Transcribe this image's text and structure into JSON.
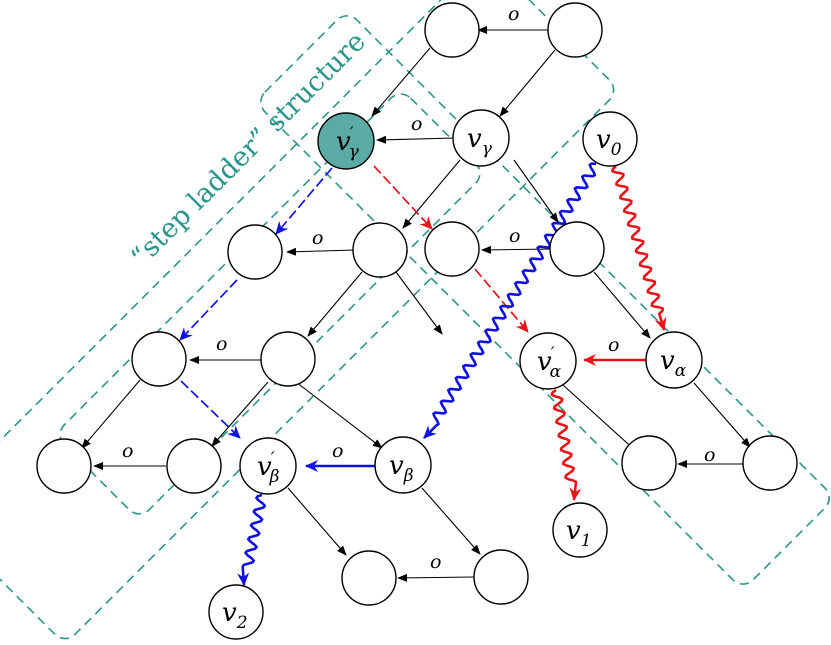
{
  "annotation": "“step ladder” structure",
  "edge_label": "o",
  "colors": {
    "accent": "#2a958c",
    "highlight_node": "#5aaba3",
    "path_red": "#e8141a",
    "path_blue": "#1010e0"
  },
  "nodes": {
    "v0": {
      "base": "v",
      "sub": "0",
      "prime": ""
    },
    "v1": {
      "base": "v",
      "sub": "1",
      "prime": ""
    },
    "v2": {
      "base": "v",
      "sub": "2",
      "prime": ""
    },
    "v_gamma": {
      "base": "v",
      "sub": "γ",
      "prime": ""
    },
    "v_gamma_prime": {
      "base": "v",
      "sub": "γ",
      "prime": "′"
    },
    "v_alpha": {
      "base": "v",
      "sub": "α",
      "prime": ""
    },
    "v_alpha_prime": {
      "base": "v",
      "sub": "α",
      "prime": "′"
    },
    "v_beta": {
      "base": "v",
      "sub": "β",
      "prime": ""
    },
    "v_beta_prime": {
      "base": "v",
      "sub": "β",
      "prime": "′"
    }
  }
}
